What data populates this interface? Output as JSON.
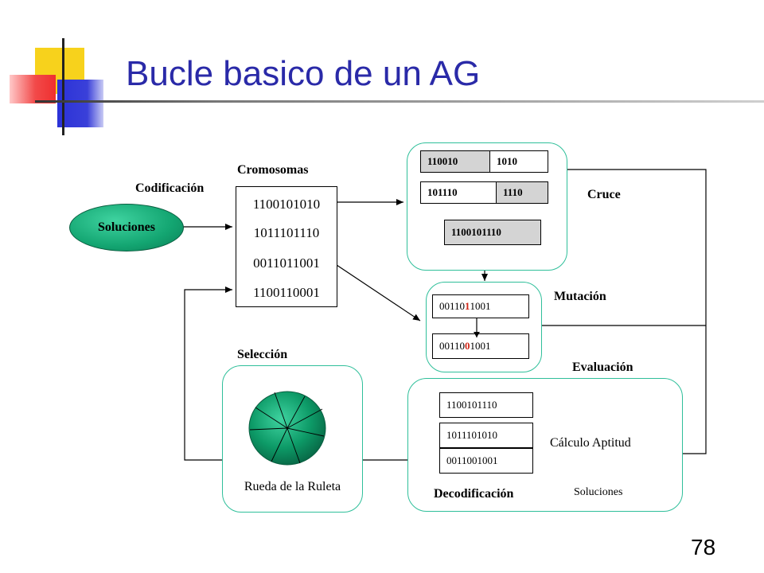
{
  "title": "Bucle basico de un AG",
  "labels": {
    "codificacion": "Codificación",
    "cromosomas": "Cromosomas",
    "cruce": "Cruce",
    "mutacion": "Mutación",
    "seleccion": "Selección",
    "evaluacion": "Evaluación",
    "decodificacion": "Decodificación",
    "calculo_aptitud": "Cálculo Aptitud",
    "soluciones_small": "Soluciones",
    "rueda": "Rueda de la Ruleta"
  },
  "soluciones_oval": "Soluciones",
  "cromosomas": [
    "1100101010",
    "1011101110",
    "0011011001",
    "1100110001"
  ],
  "cruce": {
    "row1": [
      "110010",
      "1010"
    ],
    "row2": [
      "101110",
      "1110"
    ],
    "result": "1100101110"
  },
  "mutacion": {
    "before": {
      "pre": "00110",
      "bit": "1",
      "post": "1001"
    },
    "after": {
      "pre": "00110",
      "bit": "0",
      "post": "1001"
    }
  },
  "evaluacion_items": [
    "1100101110",
    "1011101010",
    "0011001001"
  ],
  "page_number": "78",
  "colors": {
    "title": "#2a2aa8",
    "panel_border": "#2fbf9a",
    "oval": "#13a571",
    "wheel": "#0d9a67",
    "mutated_bit": "#d0281a"
  }
}
